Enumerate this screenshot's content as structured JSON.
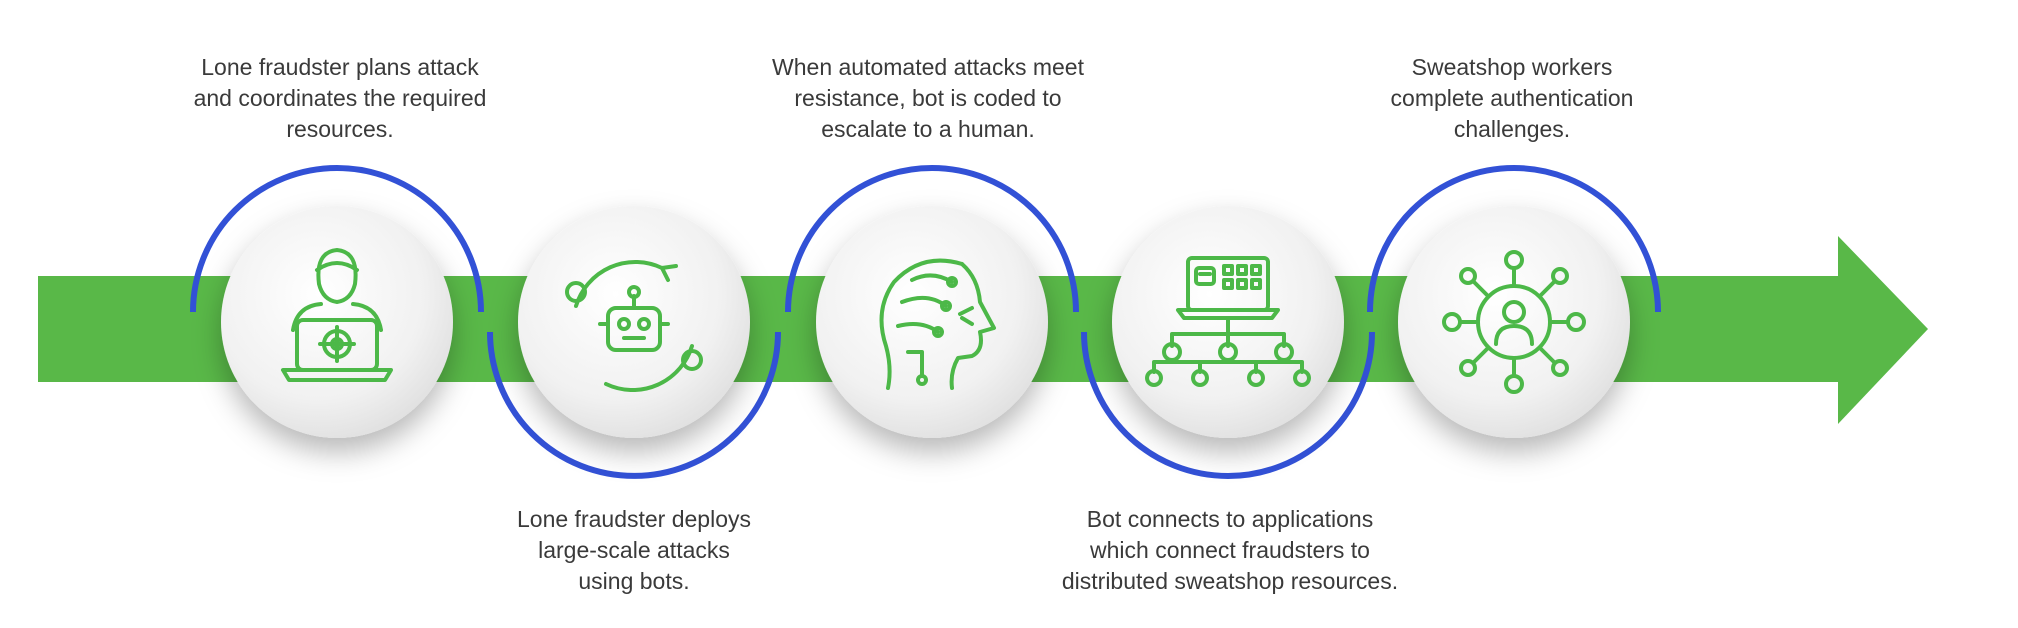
{
  "colors": {
    "arrow": "#59b848",
    "ring": "#3251d6",
    "icon": "#4cb848",
    "caption": "#3a3a3a"
  },
  "steps": [
    {
      "id": "plan",
      "icon": "hacker-laptop-icon",
      "ring": "top",
      "caption": "Lone fraudster plans attack\nand coordinates the required\nresources."
    },
    {
      "id": "deploy",
      "icon": "robot-cycle-icon",
      "ring": "bottom",
      "caption": "Lone fraudster deploys\nlarge-scale attacks\nusing bots."
    },
    {
      "id": "escalate",
      "icon": "ai-head-icon",
      "ring": "top",
      "caption": "When automated attacks meet\nresistance, bot is coded to\nescalate to a human."
    },
    {
      "id": "connect",
      "icon": "laptop-network-icon",
      "ring": "bottom",
      "caption": "Bot connects to applications\nwhich connect fraudsters to\ndistributed sweatshop resources."
    },
    {
      "id": "sweatshop",
      "icon": "person-hub-icon",
      "ring": "top",
      "caption": "Sweatshop workers\ncomplete authentication\nchallenges."
    }
  ]
}
